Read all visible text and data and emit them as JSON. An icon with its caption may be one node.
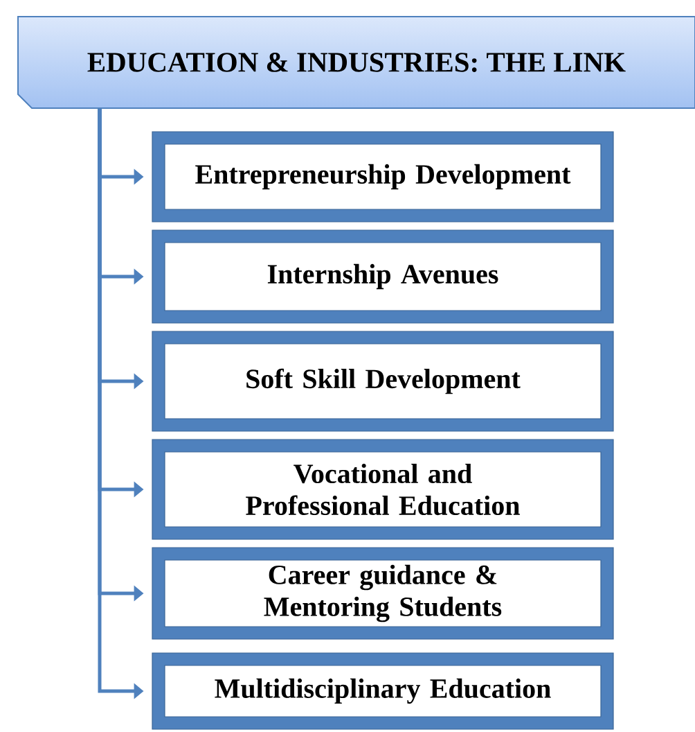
{
  "diagram": {
    "nodes": [
      {
        "text": [
          "EDUCATION & INDUSTRIES: THE LINK"
        ]
      },
      {
        "text": [
          "Entrepreneurship Development"
        ]
      },
      {
        "text": [
          "Internship Avenues"
        ]
      },
      {
        "text": [
          "Soft Skill Development"
        ]
      },
      {
        "text": [
          "Vocational and Professional Education"
        ]
      },
      {
        "text": [
          "Career guidance & Mentoring Students"
        ]
      },
      {
        "text": [
          "Multidisciplinary Education"
        ]
      }
    ],
    "edges": [
      {
        "from": 0,
        "to": 1,
        "arrow": "to"
      },
      {
        "from": 0,
        "to": 2,
        "arrow": "to"
      },
      {
        "from": 0,
        "to": 3,
        "arrow": "to"
      },
      {
        "from": 0,
        "to": 4,
        "arrow": "to"
      },
      {
        "from": 0,
        "to": 5,
        "arrow": "to"
      },
      {
        "from": 0,
        "to": 6,
        "arrow": "to"
      }
    ]
  }
}
